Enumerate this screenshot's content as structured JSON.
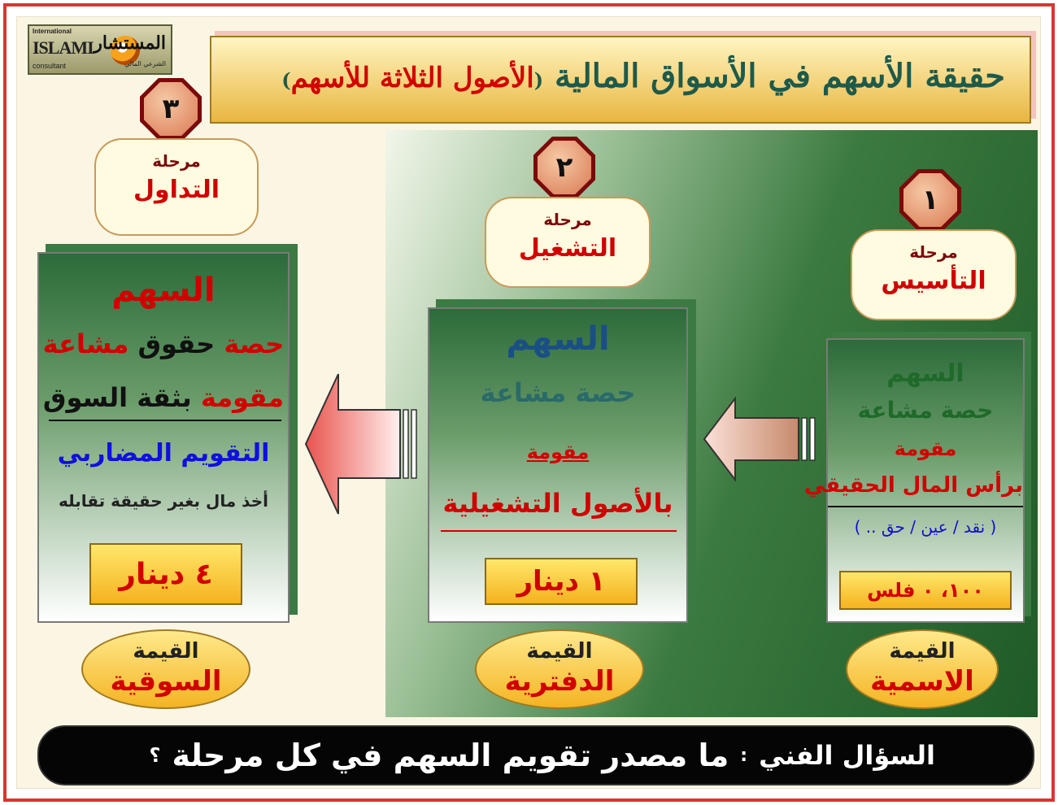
{
  "logo": {
    "line1": "International",
    "line2": "ISLAMI",
    "line3": "consultant",
    "ar_name": "المستشار",
    "ar_sub": "الشرعي المالي"
  },
  "title": {
    "main": "حقيقة الأسهم في الأسواق المالية",
    "open_paren": "(",
    "sub": "الأصول الثلاثة للأسهم",
    "close_paren": ")"
  },
  "stages": [
    {
      "number": "١",
      "label_small": "مرحلة",
      "label_big": "التأسيس",
      "box": {
        "heading": "السهم",
        "line1": "حصة مشاعة",
        "line2": "مقومة",
        "line3": "برأس المال الحقيقي",
        "line4": "( نقد / عين / حق .. )",
        "value": "١٠٠، ٠ فلس"
      },
      "value_type_small": "القيمة",
      "value_type_big": "الاسمية"
    },
    {
      "number": "٢",
      "label_small": "مرحلة",
      "label_big": "التشغيل",
      "box": {
        "heading": "السهم",
        "line1": "حصة مشاعة",
        "line2": "مقومة",
        "line3": "بالأصول التشغيلية",
        "value": "١ دينار"
      },
      "value_type_small": "القيمة",
      "value_type_big": "الدفترية"
    },
    {
      "number": "٣",
      "label_small": "مرحلة",
      "label_big": "التداول",
      "box": {
        "heading": "السهم",
        "line1_a": "حصة",
        "line1_b": "حقوق",
        "line1_c": "مشاعة",
        "line2_a": "مقومة",
        "line2_b": "بثقة السوق",
        "line3": "التقويم المضاربي",
        "line4": "أخذ مال بغير حقيقة تقابله",
        "value": "٤ دينار"
      },
      "value_type_small": "القيمة",
      "value_type_big": "السوقية"
    }
  ],
  "question": {
    "label": "السؤال الفني",
    "colon": ":",
    "text": "ما مصدر تقويم السهم في كل مرحلة",
    "mark": "؟"
  },
  "colors": {
    "frame": "#d33333",
    "red_text": "#d10000",
    "dark_green": "#1f5a28",
    "gold": "#f4b423"
  }
}
